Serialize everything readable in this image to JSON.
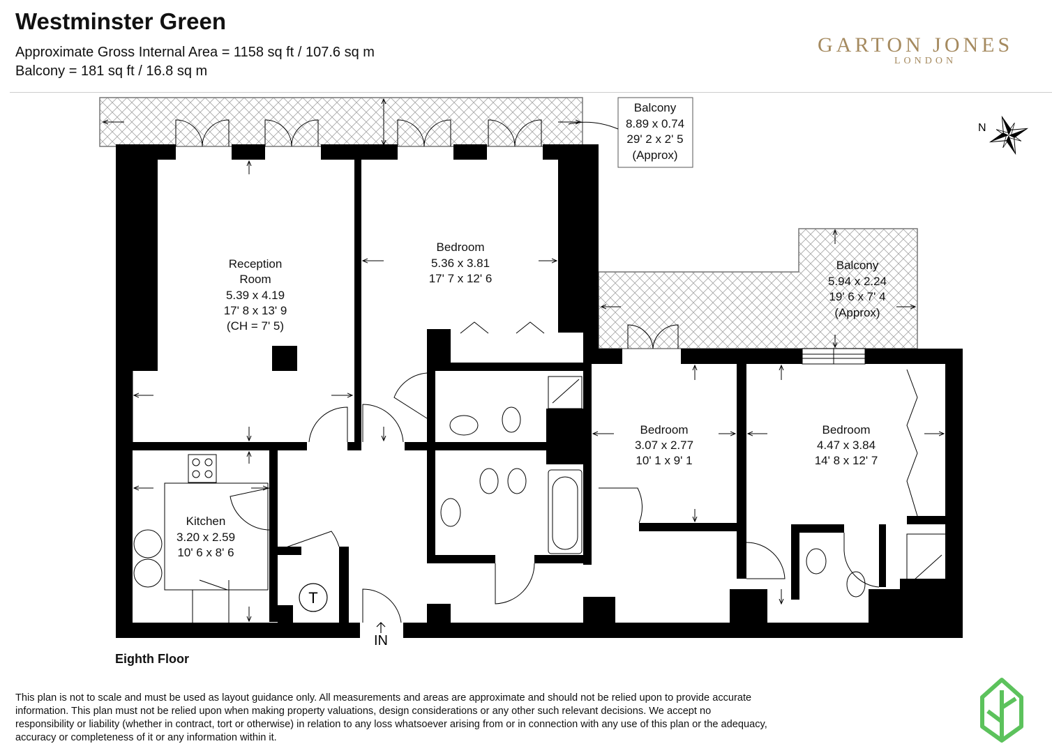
{
  "header": {
    "title": "Westminster Green",
    "area_line": "Approximate Gross Internal Area = 1158 sq ft / 107.6 sq m",
    "balcony_line": "Balcony = 181 sq ft / 16.8 sq m"
  },
  "brand": {
    "name": "GARTON JONES",
    "sub": "LONDON",
    "color": "#a58a5f"
  },
  "compass": {
    "label": "N"
  },
  "rooms": {
    "reception": {
      "l1": "Reception",
      "l2": "Room",
      "l3": "5.39 x 4.19",
      "l4": "17' 8 x 13' 9",
      "l5": "(CH = 7' 5)"
    },
    "bedroom1": {
      "l1": "Bedroom",
      "l2": "5.36 x 3.81",
      "l3": "17' 7 x 12' 6"
    },
    "bedroom2": {
      "l1": "Bedroom",
      "l2": "3.07 x 2.77",
      "l3": "10' 1 x 9' 1"
    },
    "bedroom3": {
      "l1": "Bedroom",
      "l2": "4.47 x 3.84",
      "l3": "14' 8 x 12' 7"
    },
    "kitchen": {
      "l1": "Kitchen",
      "l2": "3.20 x 2.59",
      "l3": "10' 6 x 8' 6"
    },
    "balcony1": {
      "l1": "Balcony",
      "l2": "8.89 x 0.74",
      "l3": "29' 2 x 2' 5",
      "l4": "(Approx)"
    },
    "balcony2": {
      "l1": "Balcony",
      "l2": "5.94 x 2.24",
      "l3": "19' 6 x 7' 4",
      "l4": "(Approx)"
    }
  },
  "markers": {
    "tank": "T",
    "entrance": "IN"
  },
  "floor": "Eighth Floor",
  "disclaimer": "This plan is not to scale and must be used as layout guidance only. All measurements and areas are approximate and should not be relied upon to provide accurate information. This plan must not be relied upon when making property valuations, design considerations or any other such relevant decisions. We accept no responsibility or liability (whether in contract, tort or otherwise) in relation to any loss whatsoever arising from or in connection with any use of this plan or the adequacy, accuracy or completeness of it or any information within it.",
  "colors": {
    "wall": "#000000",
    "hatch": "#9a9a9a",
    "eco_logo": "#5cc25c"
  },
  "icons": {
    "compass": "compass-rose-icon",
    "eco": "leaf-house-icon"
  }
}
